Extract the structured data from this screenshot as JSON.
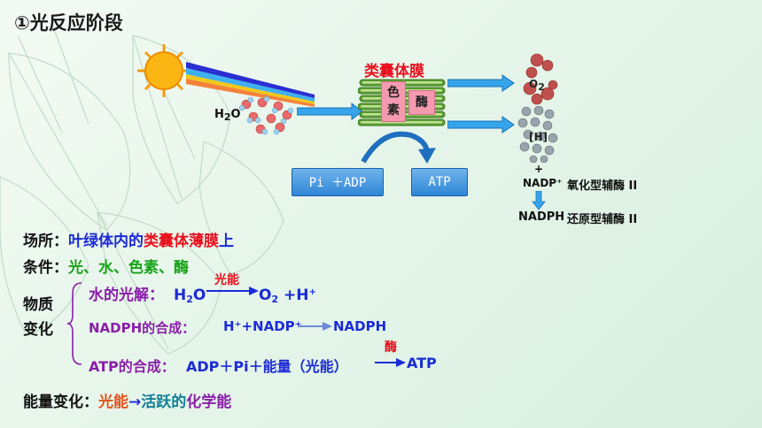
{
  "title": "①光反应阶段",
  "diagram": {
    "membrane_label": "类囊体膜",
    "pigment_label": "色\n素",
    "enzyme_label": "酶",
    "water_label": "H2O",
    "box_left": "Pi ＋ADP",
    "box_right": "ATP",
    "o2_label": "O2",
    "h_label": "[H]",
    "plus": "+",
    "nadp_plus": "NADP⁺",
    "nadph": "NADPH",
    "oxidized": "氧化型辅酶 II",
    "reduced": "还原型辅酶 II"
  },
  "site": {
    "label": "场所：",
    "p1": "叶绿体内的",
    "p2": "类囊体薄膜",
    "p3": "上"
  },
  "conditions": {
    "label": "条件：",
    "value": "光、水、色素、酶"
  },
  "material": {
    "label1": "物质",
    "label2": "变化",
    "water_label": "水的光解：",
    "light_energy": "光能",
    "water_eq_o2": "O2 +H⁺",
    "nadph_label": "NADPH的合成：",
    "nadph_left": "H⁺+NADP⁺",
    "nadph_right": "NADPH",
    "atp_label": "ATP的合成：",
    "atp_left": "ADP＋Pi＋能量（光能）",
    "atp_right": "ATP",
    "enzyme": "酶"
  },
  "energy": {
    "label": "能量变化：",
    "from": "光能",
    "arrow": "→",
    "to1": "活跃的",
    "to2": "化学能"
  },
  "colors": {
    "red": "#e8101d",
    "blue": "#1b2bd6",
    "green": "#19a319",
    "purple": "#8a1ea8"
  }
}
